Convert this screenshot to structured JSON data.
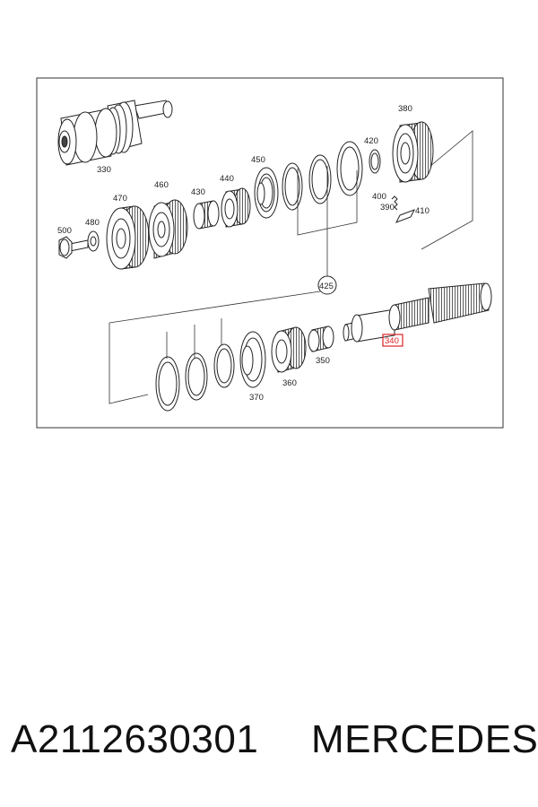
{
  "diagram": {
    "labels": {
      "p330": "330",
      "p380": "380",
      "p420": "420",
      "p450": "450",
      "p440": "440",
      "p430": "430",
      "p460": "460",
      "p470": "470",
      "p480": "480",
      "p500": "500",
      "p400": "400",
      "p390": "390",
      "p410": "410",
      "p425": "425",
      "p340": "340",
      "p350": "350",
      "p360": "360",
      "p370": "370"
    },
    "highlighted_label": "340",
    "highlight_color": "#dd2222"
  },
  "caption": {
    "part_number": "A2112630301",
    "brand": "MERCEDES"
  }
}
